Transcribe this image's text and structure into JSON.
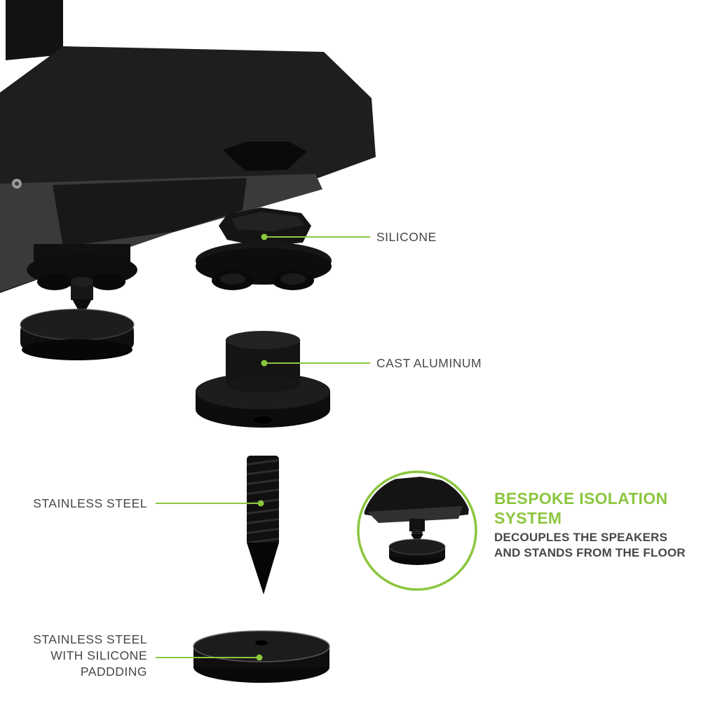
{
  "colors": {
    "accent_green": "#8CC63F",
    "part_black": "#141414",
    "label_gray": "#474747",
    "background": "#FFFFFF"
  },
  "labels": {
    "silicone": "SILICONE",
    "cast_aluminum": "CAST ALUMINUM",
    "stainless_steel": "STAINLESS STEEL",
    "stainless_steel_pad": "STAINLESS STEEL\nWITH SILICONE\nPADDDING"
  },
  "badge": {
    "title": "BESPOKE ISOLATION\nSYSTEM",
    "description": "DECOUPLES THE SPEAKERS\nAND STANDS FROM THE FLOOR"
  },
  "parts": {
    "render_names": [
      "speaker-stand-base-plate",
      "silicone-top",
      "cast-aluminum-body",
      "stainless-steel-spike",
      "stainless-steel-pad-disc",
      "assembled-isolation-foot"
    ]
  }
}
